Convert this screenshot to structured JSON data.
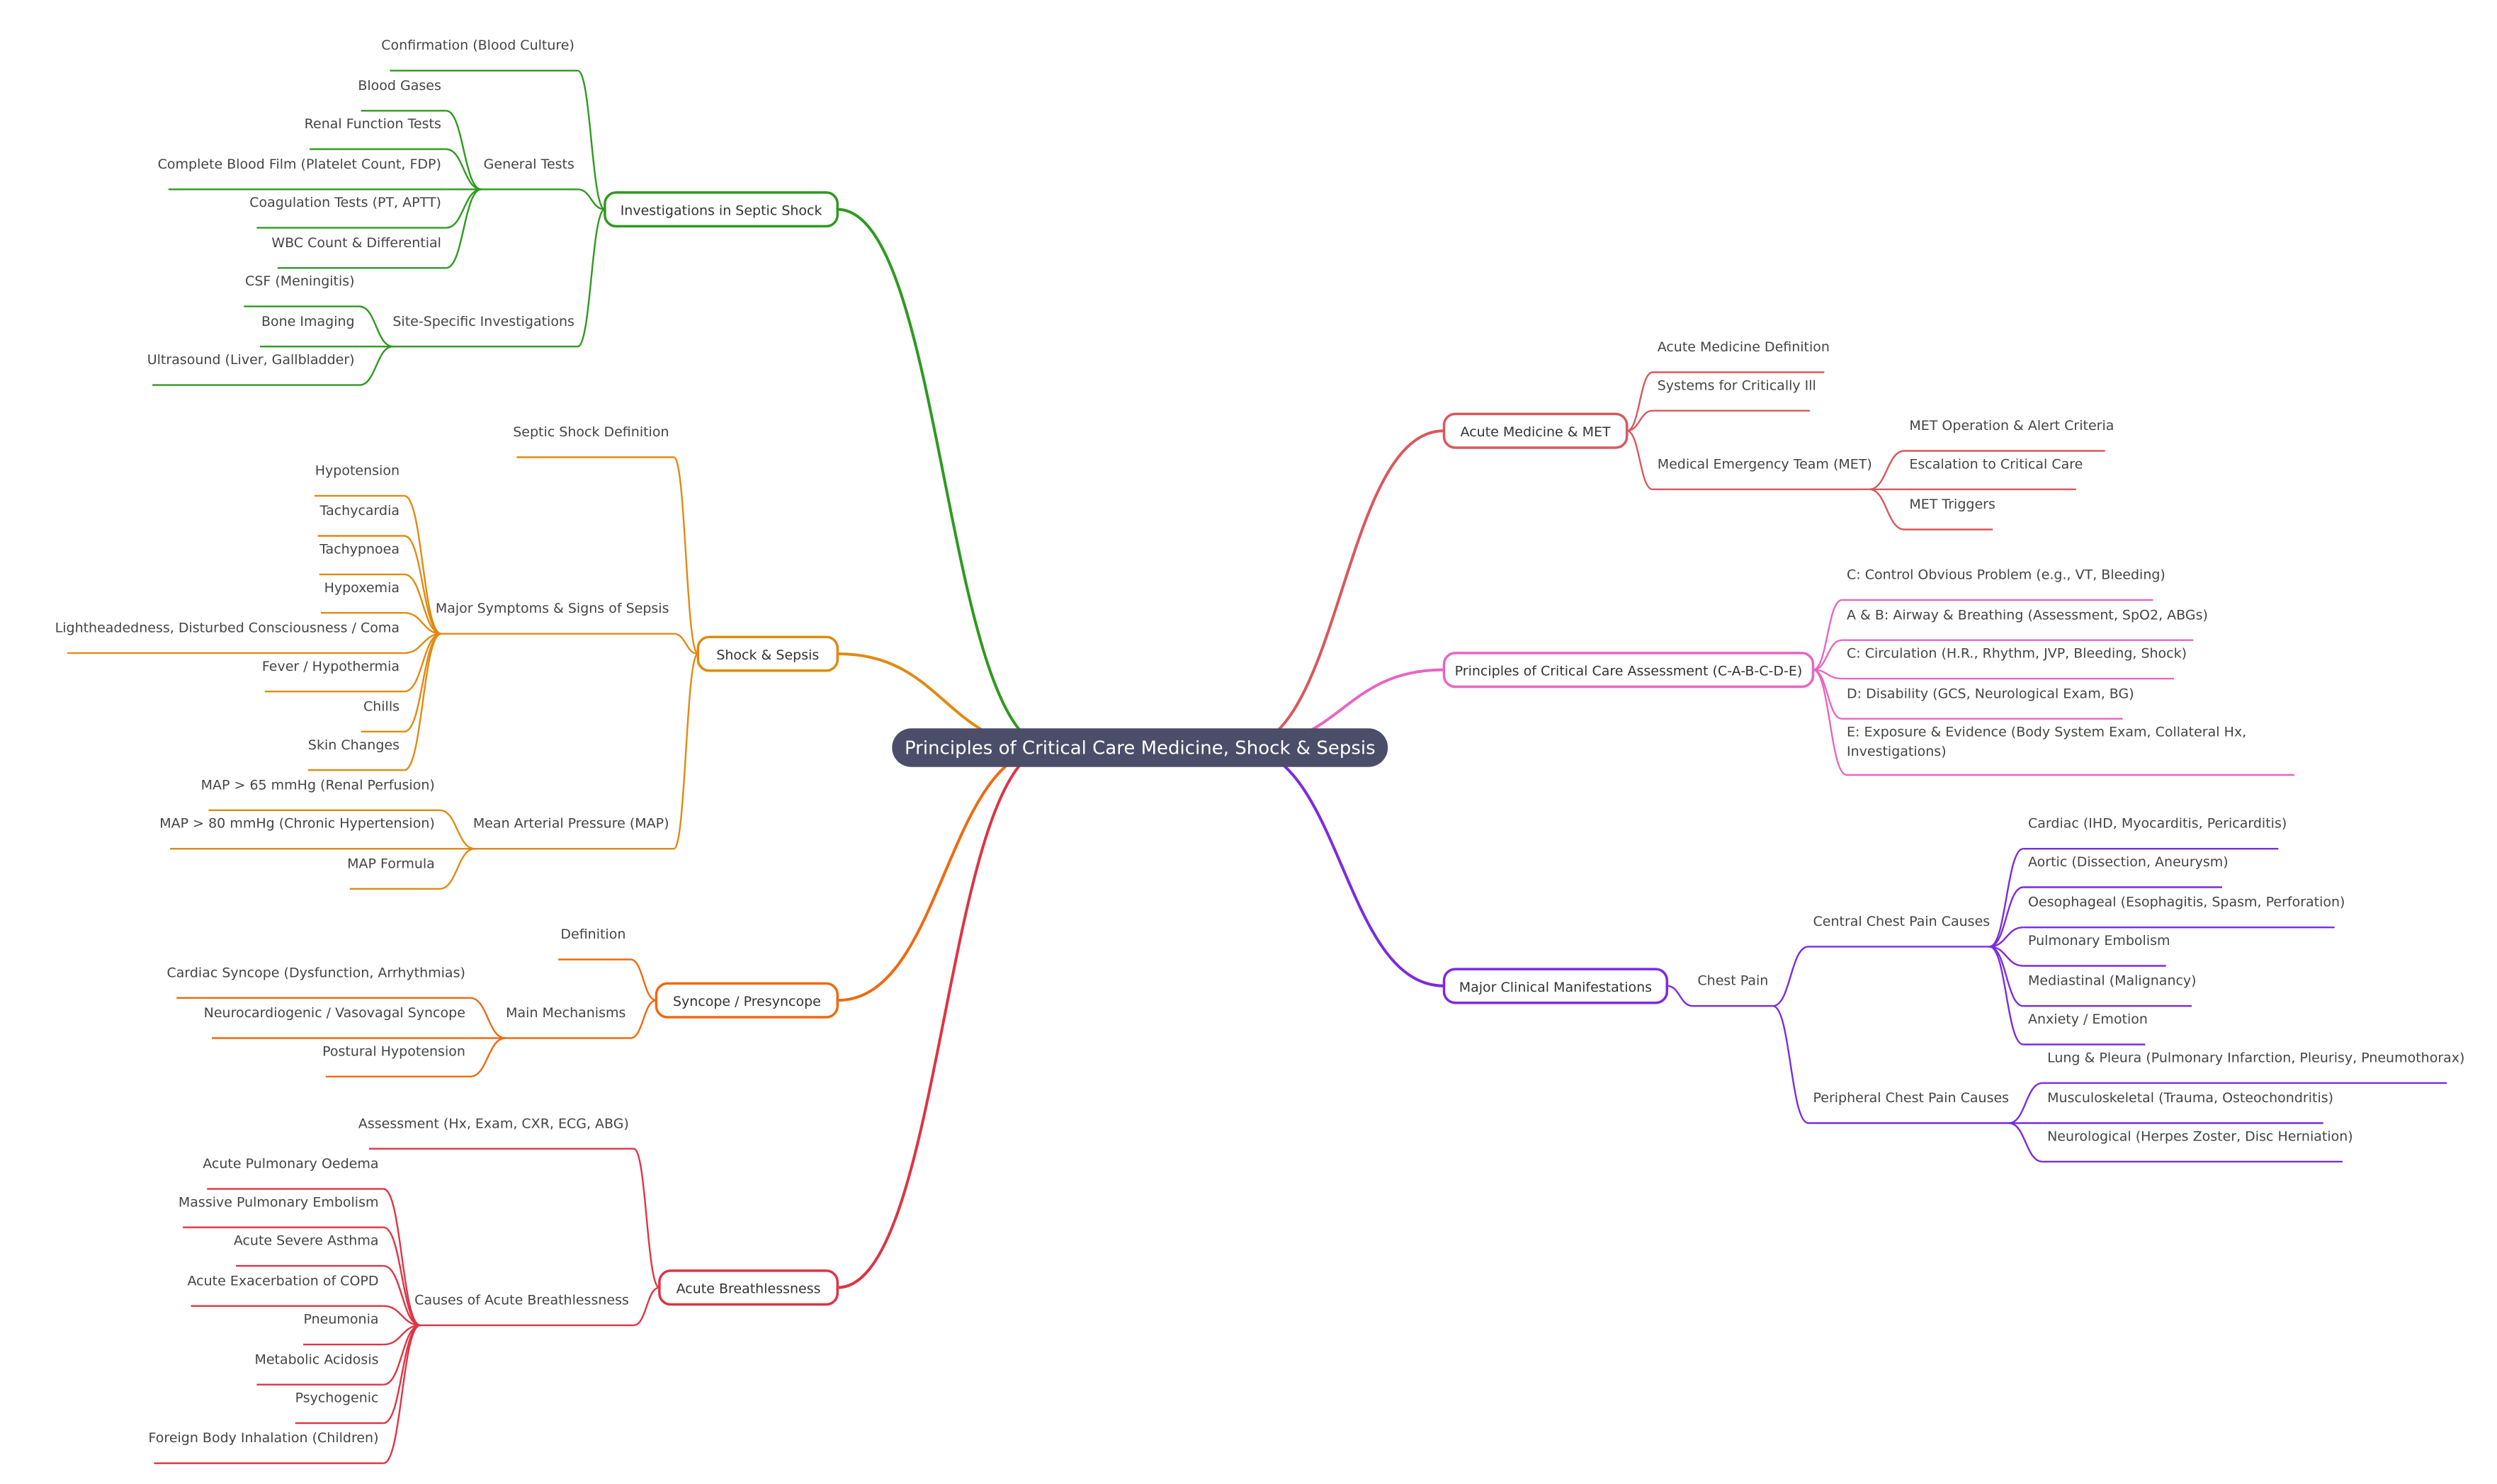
{
  "root": {
    "label": "Principles of Critical Care Medicine, Shock & Sepsis",
    "color": "#4a4e69"
  },
  "branches": [
    {
      "id": "inv",
      "label": "Investigations in Septic Shock",
      "color": "#2e9a1f",
      "children": [
        {
          "label": "Confirmation (Blood Culture)"
        },
        {
          "label": "General Tests",
          "children": [
            {
              "label": "Blood Gases"
            },
            {
              "label": "Renal Function Tests"
            },
            {
              "label": "Complete Blood Film (Platelet Count, FDP)"
            },
            {
              "label": "Coagulation Tests (PT, APTT)"
            },
            {
              "label": "WBC Count & Differential"
            }
          ]
        },
        {
          "label": "Site-Specific Investigations",
          "children": [
            {
              "label": "CSF (Meningitis)"
            },
            {
              "label": "Bone Imaging"
            },
            {
              "label": "Ultrasound (Liver, Gallbladder)"
            }
          ]
        }
      ]
    },
    {
      "id": "shock",
      "label": "Shock & Sepsis",
      "color": "#e08a12",
      "children": [
        {
          "label": "Septic Shock Definition"
        },
        {
          "label": "Major Symptoms & Signs of Sepsis",
          "children": [
            {
              "label": "Hypotension"
            },
            {
              "label": "Tachycardia"
            },
            {
              "label": "Tachypnoea"
            },
            {
              "label": "Hypoxemia"
            },
            {
              "label": "Lightheadedness, Disturbed Consciousness / Coma"
            },
            {
              "label": "Fever / Hypothermia"
            },
            {
              "label": "Chills"
            },
            {
              "label": "Skin Changes"
            }
          ]
        },
        {
          "label": "Mean Arterial Pressure (MAP)",
          "children": [
            {
              "label": "MAP > 65 mmHg (Renal Perfusion)"
            },
            {
              "label": "MAP > 80 mmHg (Chronic Hypertension)"
            },
            {
              "label": "MAP Formula"
            }
          ]
        }
      ]
    },
    {
      "id": "syncope",
      "label": "Syncope / Presyncope",
      "color": "#ee6a10",
      "children": [
        {
          "label": "Definition"
        },
        {
          "label": "Main Mechanisms",
          "children": [
            {
              "label": "Cardiac Syncope (Dysfunction, Arrhythmias)"
            },
            {
              "label": "Neurocardiogenic / Vasovagal Syncope"
            },
            {
              "label": "Postural Hypotension"
            }
          ]
        }
      ]
    },
    {
      "id": "breath",
      "label": "Acute Breathlessness",
      "color": "#dc3545",
      "children": [
        {
          "label": "Assessment (Hx, Exam, CXR, ECG, ABG)"
        },
        {
          "label": "Causes of Acute Breathlessness",
          "children": [
            {
              "label": "Acute Pulmonary Oedema"
            },
            {
              "label": "Massive Pulmonary Embolism"
            },
            {
              "label": "Acute Severe Asthma"
            },
            {
              "label": "Acute Exacerbation of COPD"
            },
            {
              "label": "Pneumonia"
            },
            {
              "label": "Metabolic Acidosis"
            },
            {
              "label": "Psychogenic"
            },
            {
              "label": "Foreign Body Inhalation (Children)"
            }
          ]
        }
      ]
    },
    {
      "id": "met",
      "label": "Acute Medicine & MET",
      "color": "#d9585d",
      "children": [
        {
          "label": "Acute Medicine Definition"
        },
        {
          "label": "Systems for Critically Ill"
        },
        {
          "label": "Medical Emergency Team (MET)",
          "children": [
            {
              "label": "MET Operation & Alert Criteria"
            },
            {
              "label": "Escalation to Critical Care"
            },
            {
              "label": "MET Triggers"
            }
          ]
        }
      ]
    },
    {
      "id": "cabcde",
      "label": "Principles of Critical Care Assessment (C-A-B-C-D-E)",
      "color": "#e865c2",
      "children": [
        {
          "label": "C: Control Obvious Problem (e.g., VT, Bleeding)"
        },
        {
          "label": "A & B: Airway & Breathing (Assessment, SpO2, ABGs)"
        },
        {
          "label": "C: Circulation (H.R., Rhythm, JVP, Bleeding, Shock)"
        },
        {
          "label": "D: Disability (GCS, Neurological Exam, BG)"
        },
        {
          "label": "E: Exposure & Evidence (Body System Exam, Collateral Hx, Investigations)"
        }
      ]
    },
    {
      "id": "clinical",
      "label": "Major Clinical Manifestations",
      "color": "#7b2be0",
      "children": [
        {
          "label": "Chest Pain",
          "children": [
            {
              "label": "Central Chest Pain Causes",
              "children": [
                {
                  "label": "Cardiac (IHD, Myocarditis, Pericarditis)"
                },
                {
                  "label": "Aortic (Dissection, Aneurysm)"
                },
                {
                  "label": "Oesophageal (Esophagitis, Spasm, Perforation)"
                },
                {
                  "label": "Pulmonary Embolism"
                },
                {
                  "label": "Mediastinal (Malignancy)"
                },
                {
                  "label": "Anxiety / Emotion"
                }
              ]
            },
            {
              "label": "Peripheral Chest Pain Causes",
              "children": [
                {
                  "label": "Lung & Pleura (Pulmonary Infarction, Pleurisy, Pneumothorax)"
                },
                {
                  "label": "Musculoskeletal (Trauma, Osteochondritis)"
                },
                {
                  "label": "Neurological (Herpes Zoster, Disc Herniation)"
                }
              ]
            }
          ]
        }
      ]
    }
  ]
}
